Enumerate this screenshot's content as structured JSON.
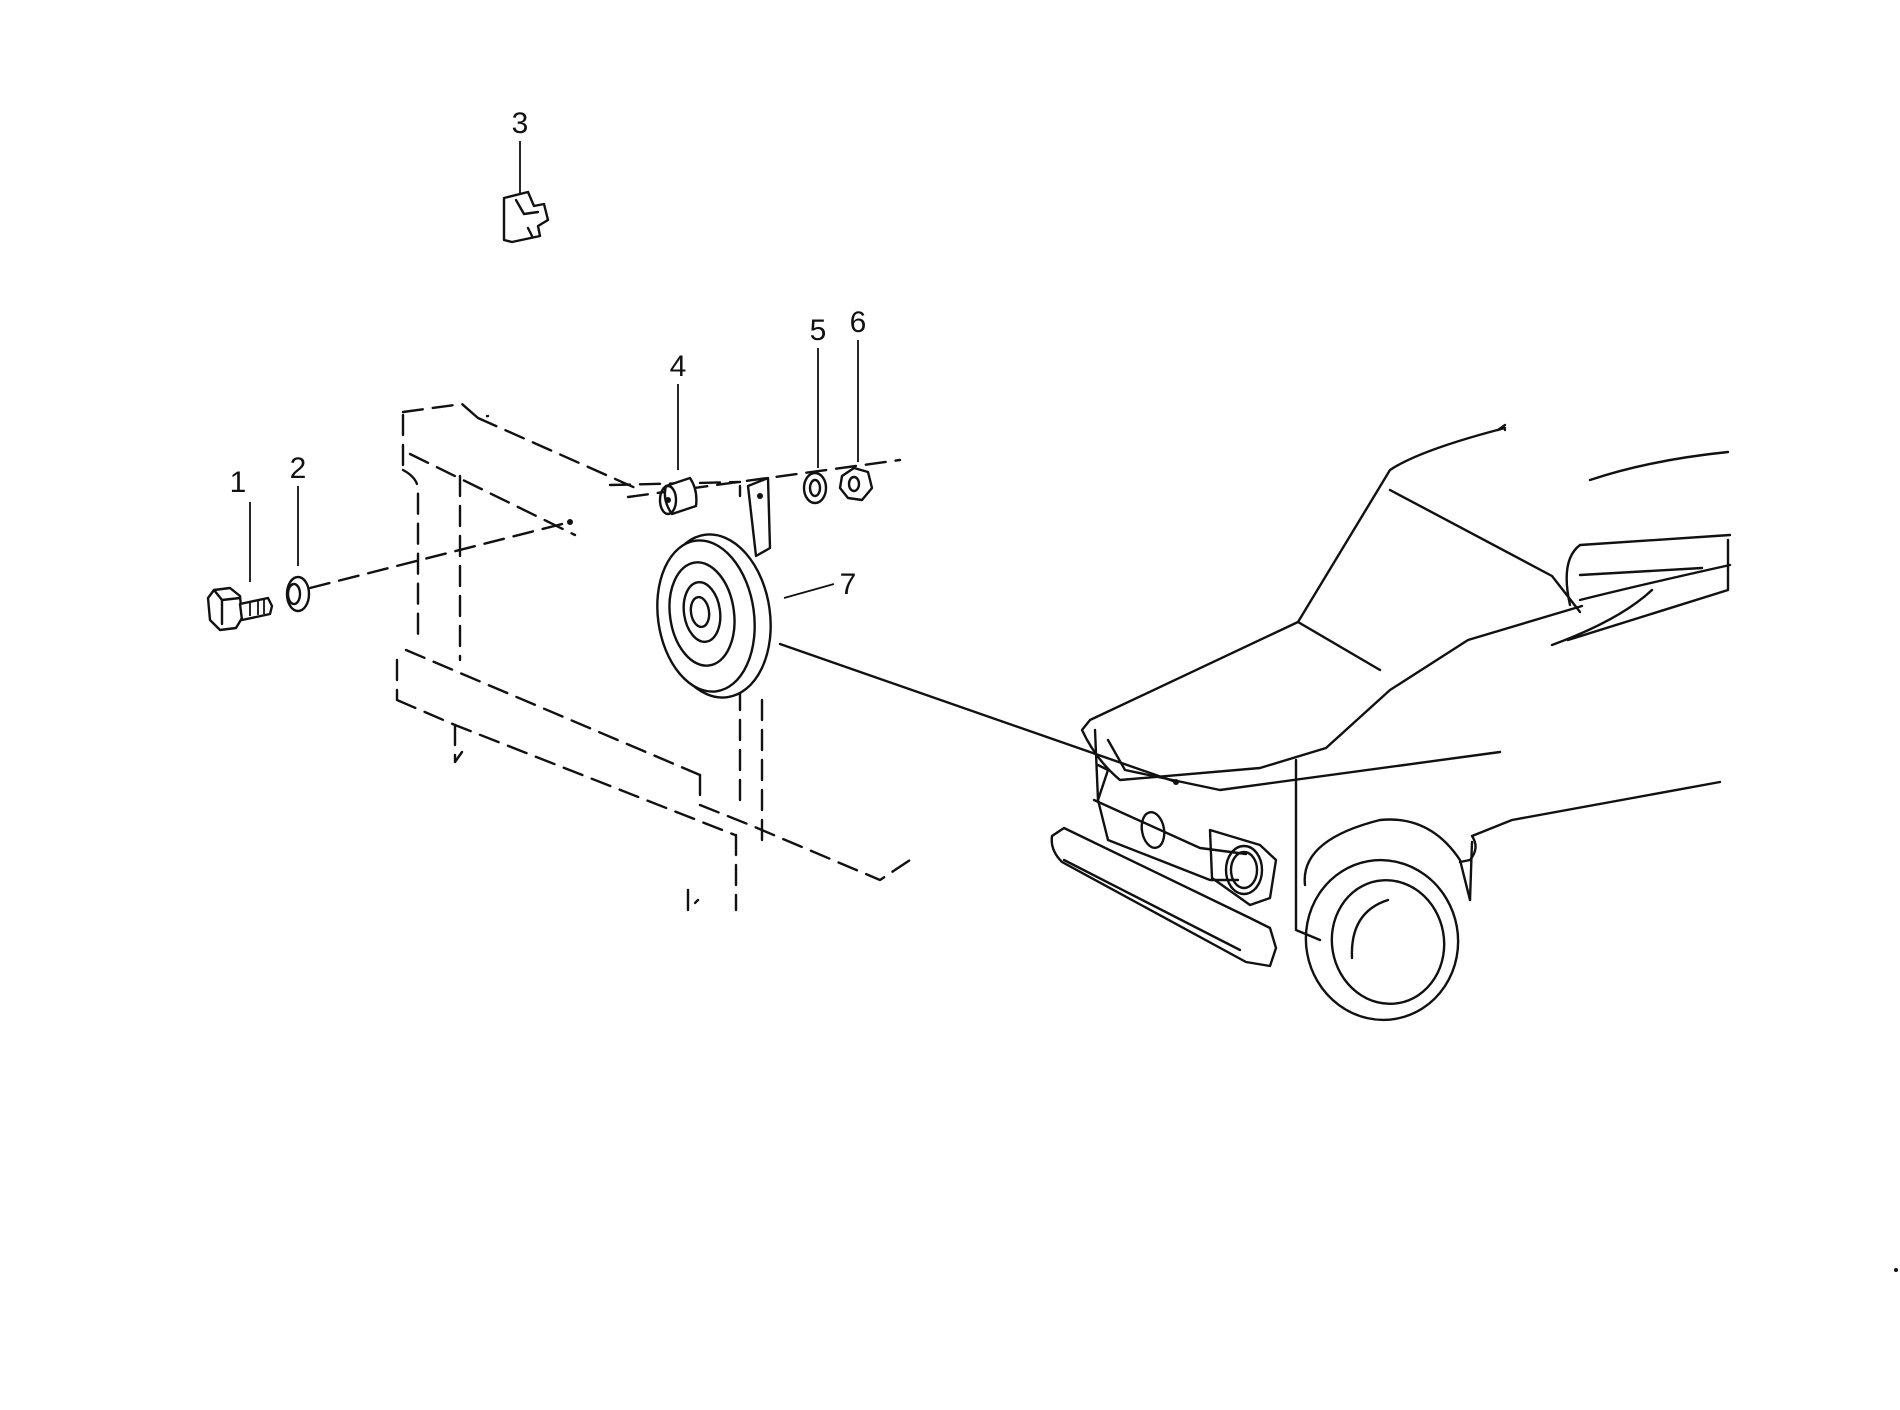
{
  "callouts": [
    {
      "id": "1",
      "label": "1"
    },
    {
      "id": "2",
      "label": "2"
    },
    {
      "id": "3",
      "label": "3"
    },
    {
      "id": "4",
      "label": "4"
    },
    {
      "id": "5",
      "label": "5"
    },
    {
      "id": "6",
      "label": "6"
    },
    {
      "id": "7",
      "label": "7"
    }
  ],
  "parts": {
    "1": "hex-bolt",
    "2": "washer",
    "3": "clip",
    "4": "spacer-sleeve",
    "5": "spring-washer",
    "6": "hex-nut",
    "7": "horn"
  }
}
